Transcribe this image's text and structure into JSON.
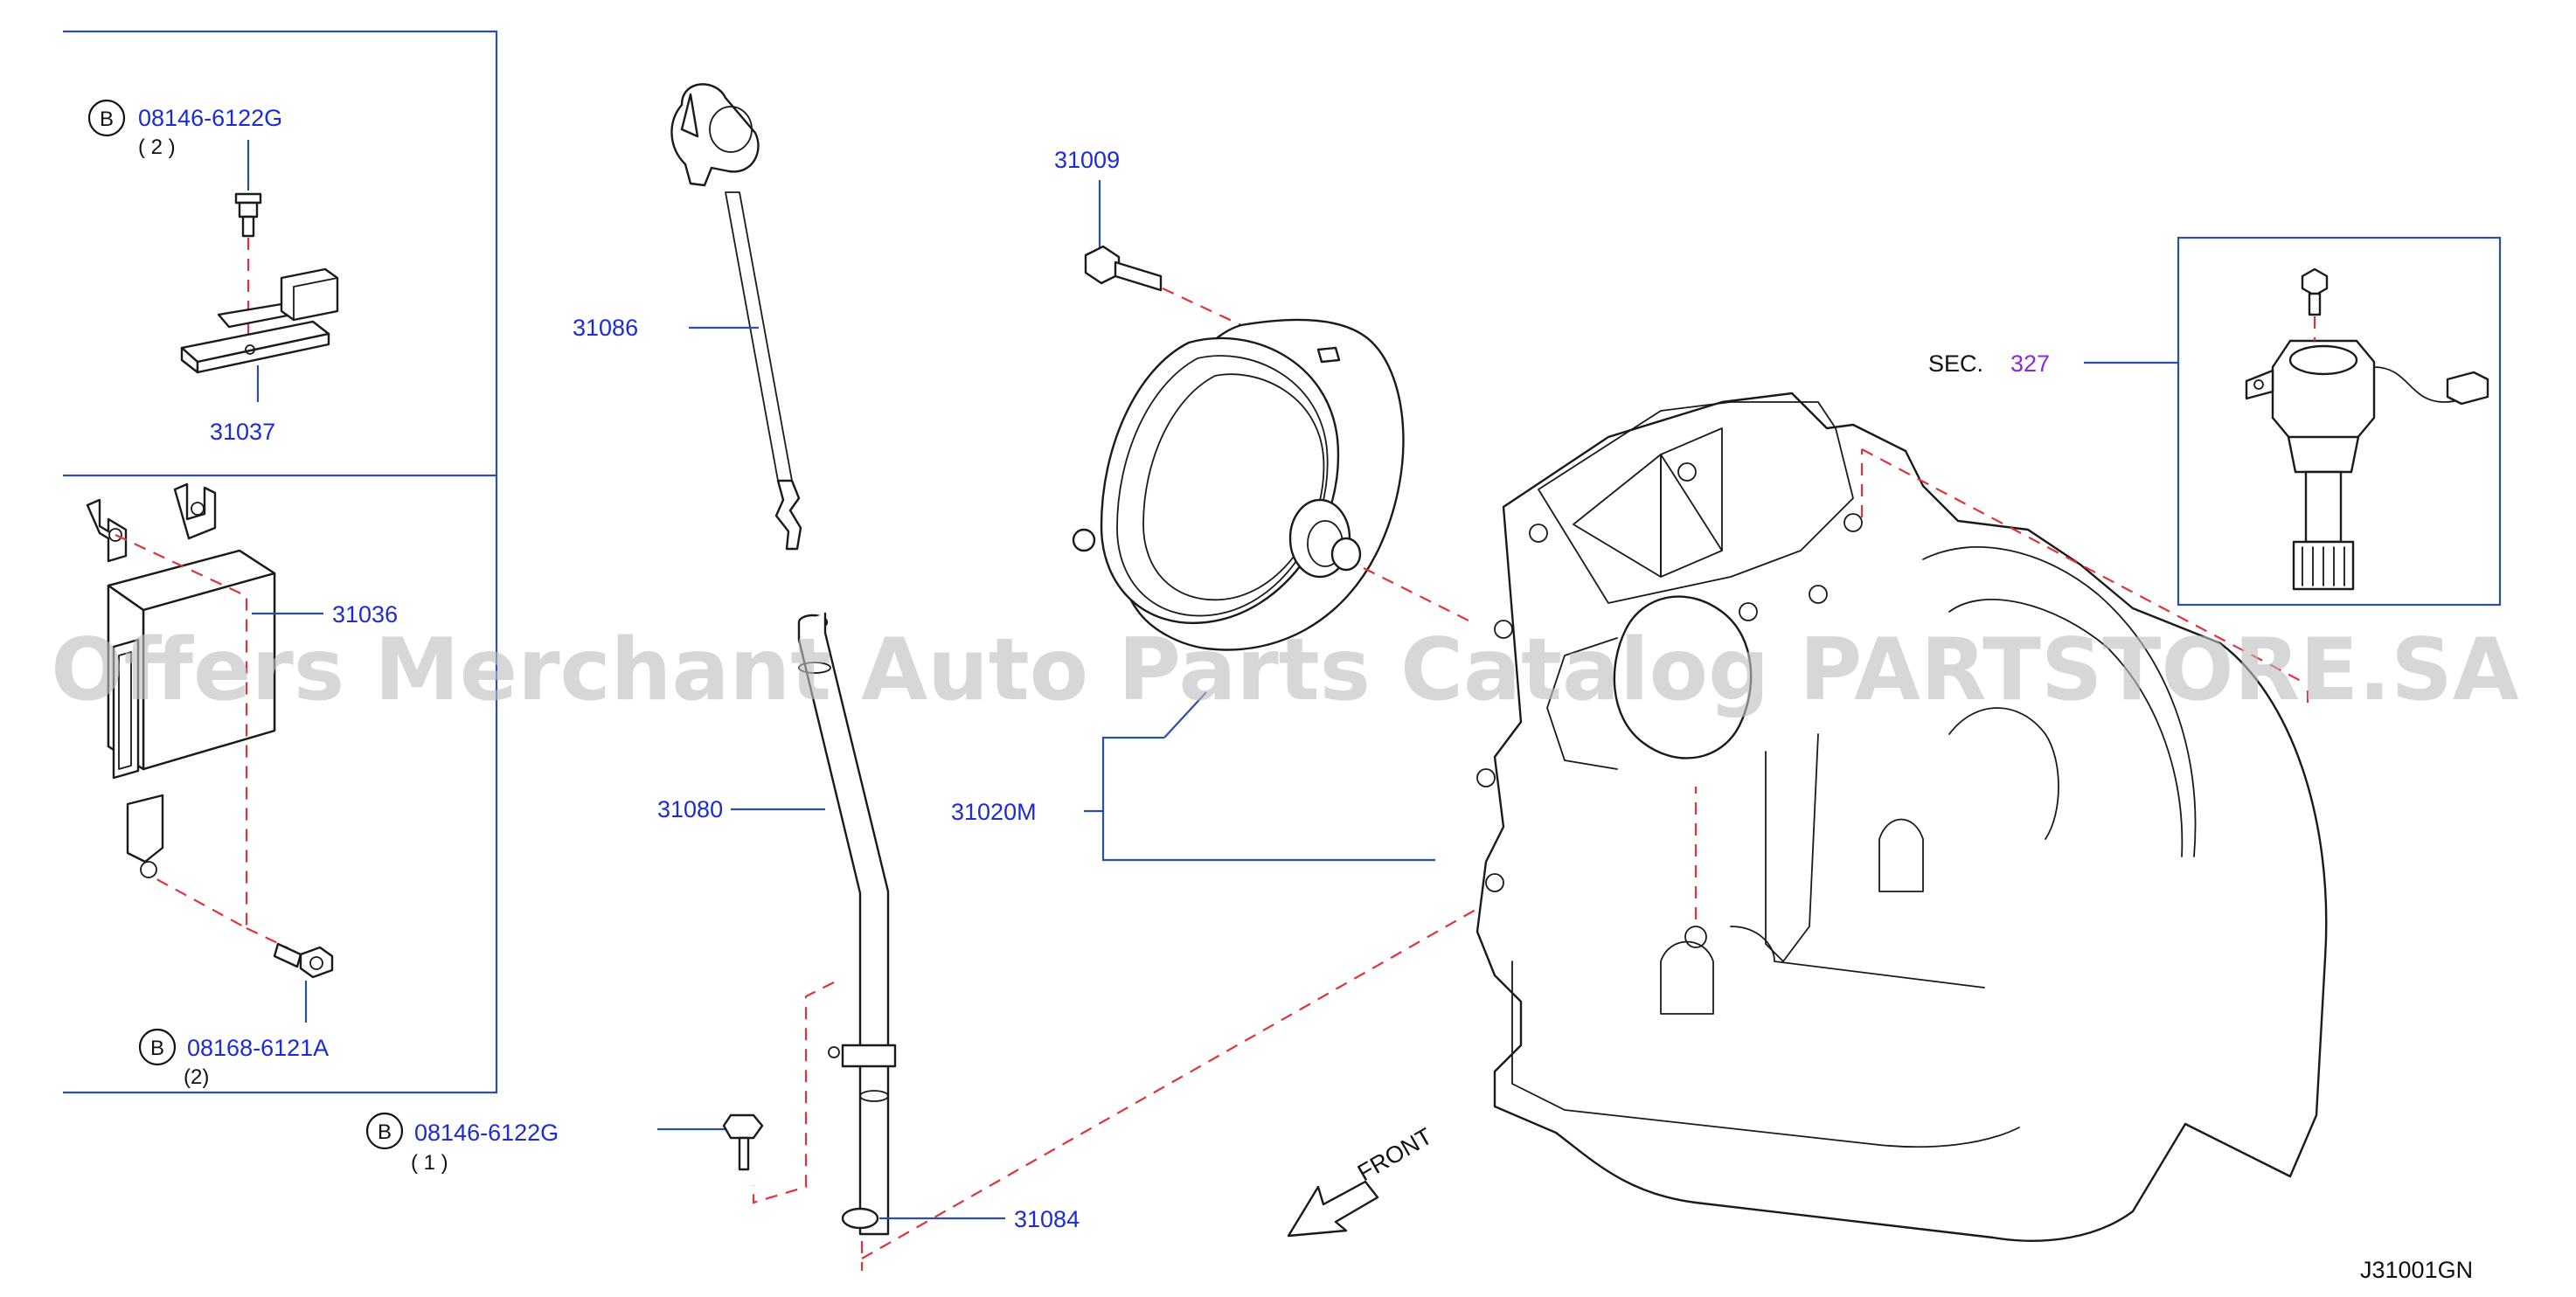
{
  "watermark": "Offers Merchant Auto Parts Catalog PARTSTORE.SA",
  "diagram_code": "J31001GN",
  "front_label": "FRONT",
  "bolt_labels": [
    {
      "badge": "B",
      "number": "08146-6122G",
      "qty": "( 2 )"
    },
    {
      "badge": "B",
      "number": "08168-6121A",
      "qty": "(2)"
    },
    {
      "badge": "B",
      "number": "08146-6122G",
      "qty": "( 1 )"
    }
  ],
  "parts": {
    "p31037": "31037",
    "p31036": "31036",
    "p31086": "31086",
    "p31080": "31080",
    "p31084": "31084",
    "p31009": "31009",
    "p31020M": "31020M"
  },
  "section_ref": {
    "prefix": "SEC.",
    "number": "327"
  },
  "colors": {
    "part_number": "#1b2bd6",
    "leader": "#2b4fa8",
    "dashed": "#e0333a",
    "section": "#8a2ae0"
  }
}
